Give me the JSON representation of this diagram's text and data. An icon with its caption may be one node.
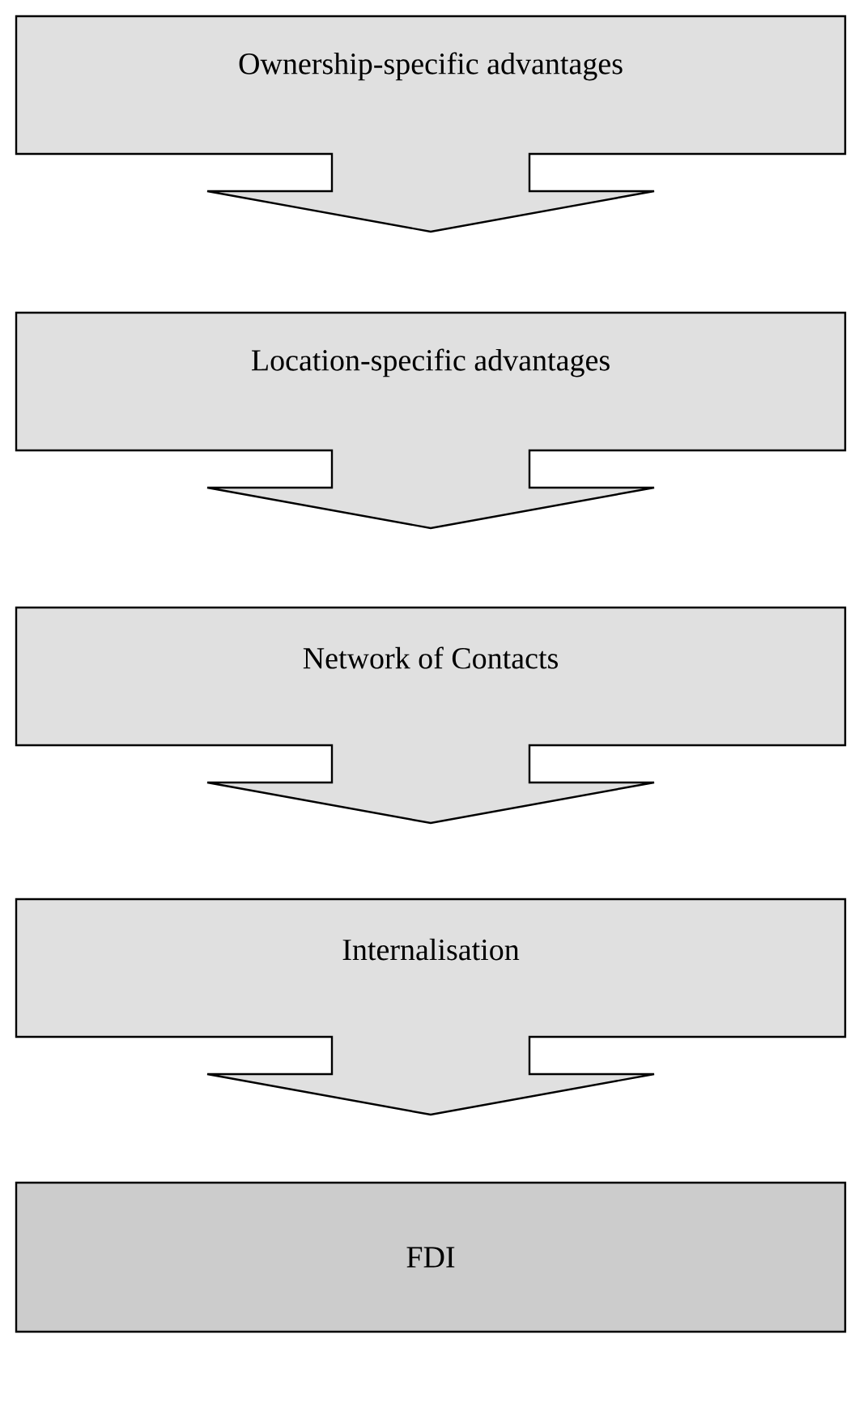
{
  "diagram": {
    "nodes": [
      {
        "text": [
          "Ownership-specific advantages"
        ]
      },
      {
        "text": [
          "Location-specific advantages"
        ]
      },
      {
        "text": [
          "Network of Contacts"
        ]
      },
      {
        "text": [
          "Internalisation"
        ]
      },
      {
        "text": [
          "FDI"
        ]
      }
    ]
  }
}
